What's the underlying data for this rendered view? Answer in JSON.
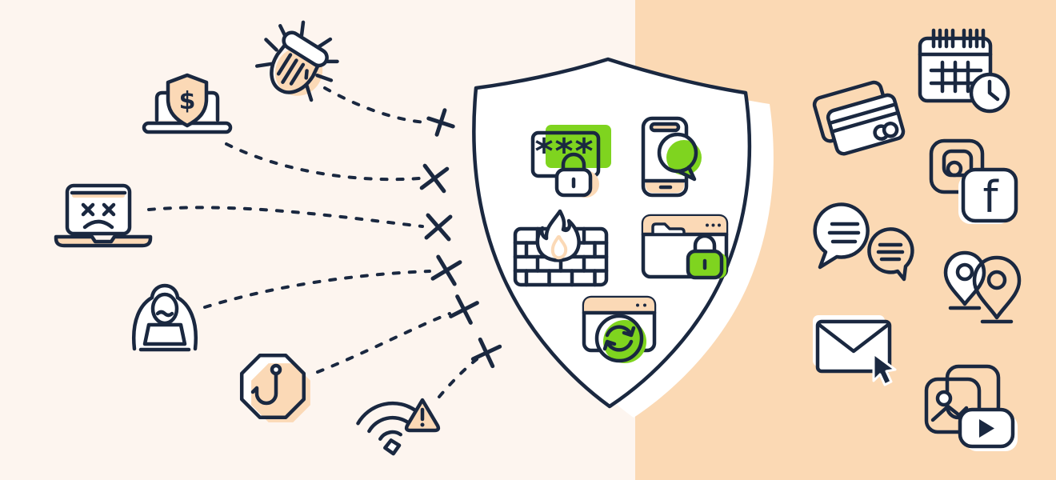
{
  "illustration": {
    "title": "security-shield-illustration",
    "background": {
      "left_color": "#fdf5ef",
      "right_color": "#fbd9b4"
    },
    "palette": {
      "outline_navy": "#1a2840",
      "accent_green": "#7fd41f",
      "accent_peach": "#fbd9b6",
      "white": "#ffffff"
    },
    "left_threats": [
      {
        "icon": "bug-icon"
      },
      {
        "icon": "laptop-dollar-shield-icon",
        "text": "$"
      },
      {
        "icon": "crashed-laptop-icon"
      },
      {
        "icon": "hacker-laptop-icon"
      },
      {
        "icon": "phishing-hook-stop-icon"
      },
      {
        "icon": "wifi-warning-icon"
      }
    ],
    "blocked_marks": {
      "icon": "x-mark-icon",
      "count": 6
    },
    "center": {
      "shield_icon": "shield-icon",
      "items": [
        {
          "icon": "password-lock-icon",
          "text": "***"
        },
        {
          "icon": "phone-chat-icon"
        },
        {
          "icon": "firewall-icon"
        },
        {
          "icon": "locked-browser-icon"
        },
        {
          "icon": "software-update-icon"
        }
      ]
    },
    "right_services": [
      {
        "icon": "calendar-clock-icon"
      },
      {
        "icon": "credit-cards-icon"
      },
      {
        "icon": "instagram-icon"
      },
      {
        "icon": "facebook-icon",
        "text": "f"
      },
      {
        "icon": "chat-bubbles-icon"
      },
      {
        "icon": "location-pins-icon"
      },
      {
        "icon": "email-cursor-icon"
      },
      {
        "icon": "photos-video-icon"
      }
    ]
  }
}
